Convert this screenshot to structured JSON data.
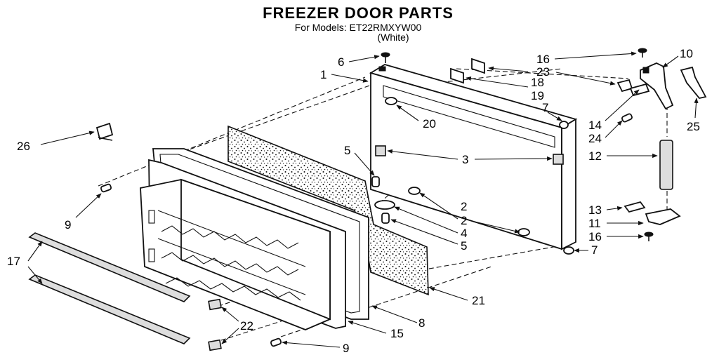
{
  "diagram": {
    "title": "FREEZER DOOR PARTS",
    "subtitle": "For Models: ET22RMXYW00",
    "variant": "(White)",
    "callouts": [
      {
        "id": "c1",
        "label": "1"
      },
      {
        "id": "c2a",
        "label": "2"
      },
      {
        "id": "c2b",
        "label": "2"
      },
      {
        "id": "c3",
        "label": "3"
      },
      {
        "id": "c4",
        "label": "4"
      },
      {
        "id": "c5a",
        "label": "5"
      },
      {
        "id": "c5b",
        "label": "5"
      },
      {
        "id": "c6",
        "label": "6"
      },
      {
        "id": "c7a",
        "label": "7"
      },
      {
        "id": "c7b",
        "label": "7"
      },
      {
        "id": "c8",
        "label": "8"
      },
      {
        "id": "c9a",
        "label": "9"
      },
      {
        "id": "c9b",
        "label": "9"
      },
      {
        "id": "c10",
        "label": "10"
      },
      {
        "id": "c11",
        "label": "11"
      },
      {
        "id": "c12",
        "label": "12"
      },
      {
        "id": "c13",
        "label": "13"
      },
      {
        "id": "c14",
        "label": "14"
      },
      {
        "id": "c15",
        "label": "15"
      },
      {
        "id": "c16a",
        "label": "16"
      },
      {
        "id": "c16b",
        "label": "16"
      },
      {
        "id": "c17",
        "label": "17"
      },
      {
        "id": "c18",
        "label": "18"
      },
      {
        "id": "c19",
        "label": "19"
      },
      {
        "id": "c20",
        "label": "20"
      },
      {
        "id": "c21",
        "label": "21"
      },
      {
        "id": "c22",
        "label": "22"
      },
      {
        "id": "c23",
        "label": "23"
      },
      {
        "id": "c24",
        "label": "24"
      },
      {
        "id": "c25",
        "label": "25"
      },
      {
        "id": "c26",
        "label": "26"
      }
    ]
  }
}
